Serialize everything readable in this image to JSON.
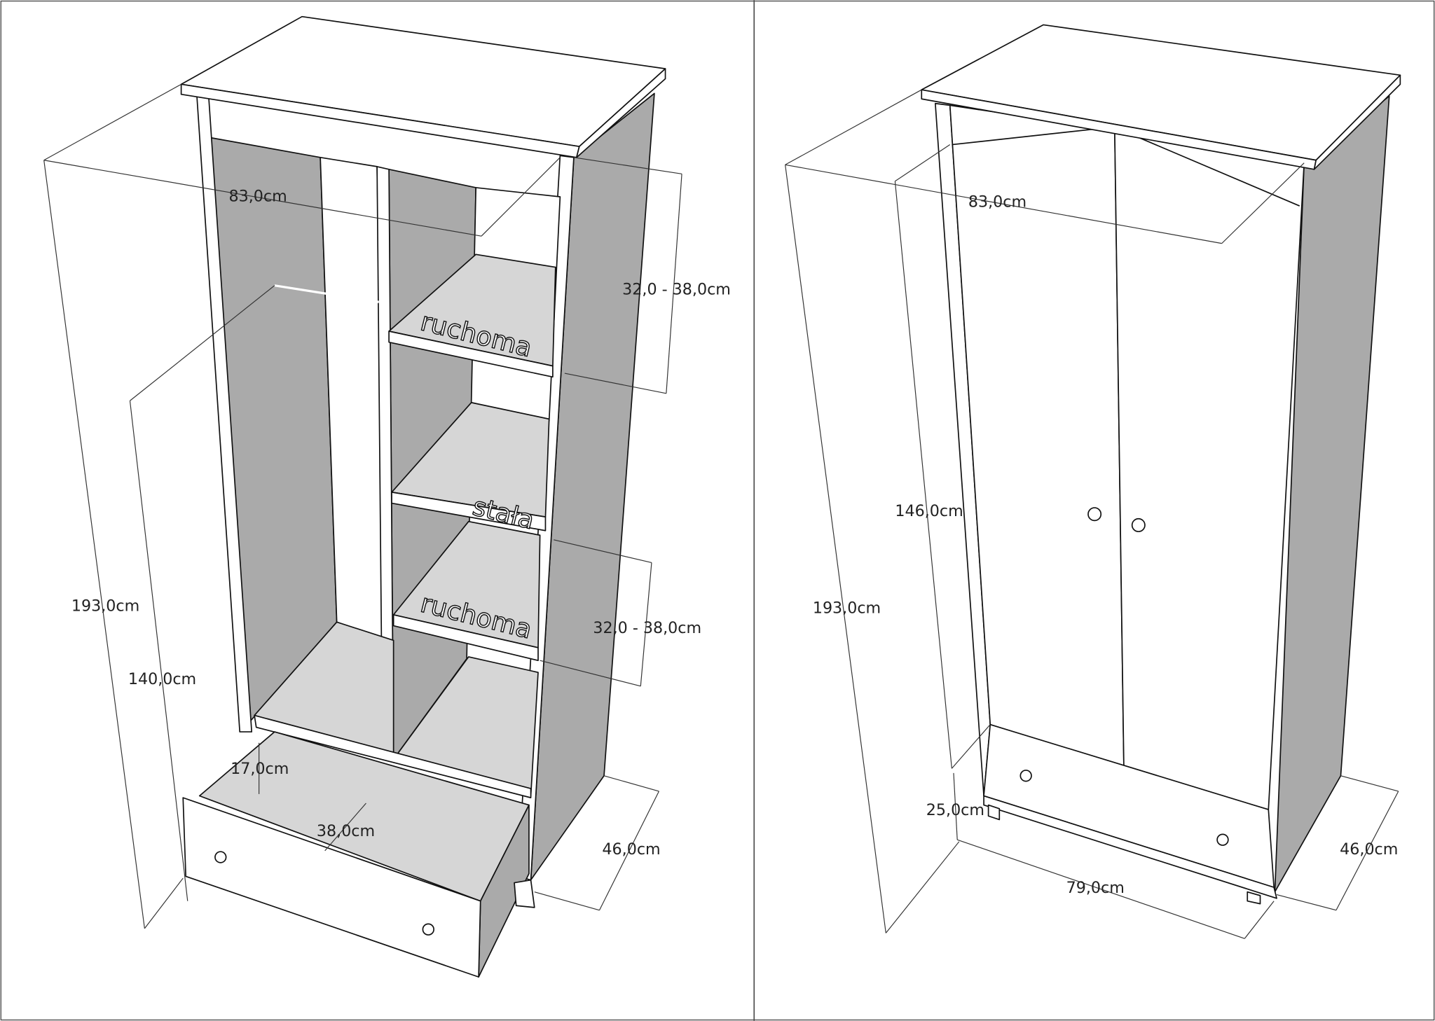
{
  "left_view": {
    "width_label": "83,0cm",
    "shelf_gap_top_label": "32,0 - 38,0cm",
    "shelf_gap_bottom_label": "32,0 - 38,0cm",
    "height_label": "193,0cm",
    "rail_height_label": "140,0cm",
    "drawer_height_label": "17,0cm",
    "drawer_depth_label": "38,0cm",
    "depth_label": "46,0cm",
    "shelf_labels": [
      "ruchoma",
      "stała",
      "ruchoma"
    ]
  },
  "right_view": {
    "width_label": "83,0cm",
    "door_height_label": "146,0cm",
    "height_label": "193,0cm",
    "drawer_label": "25,0cm",
    "front_width_label": "79,0cm",
    "depth_label": "46,0cm"
  }
}
